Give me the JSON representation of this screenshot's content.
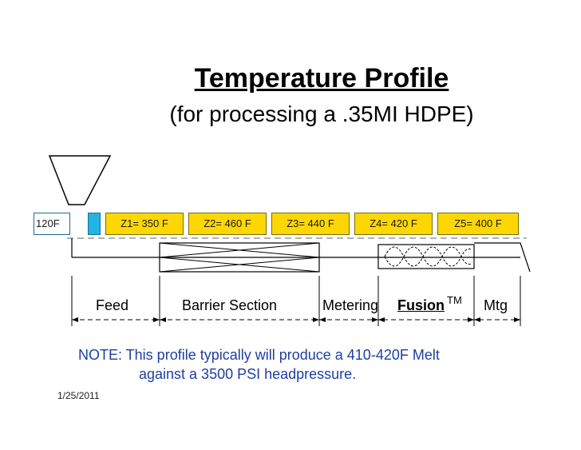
{
  "title": "Temperature Profile",
  "subtitle": "(for processing a .35MI HDPE)",
  "zones": {
    "start": "120F",
    "z1": "Z1= 350 F",
    "z2": "Z2= 460 F",
    "z3": "Z3= 440 F",
    "z4": "Z4= 420 F",
    "z5": "Z5= 400 F"
  },
  "sections": {
    "feed": "Feed",
    "barrier": "Barrier Section",
    "metering": "Metering",
    "fusion": "Fusion",
    "trademark": "TM",
    "mtg": "Mtg"
  },
  "note": {
    "line1": "NOTE: This profile typically will produce a 410-420F Melt",
    "line2": "against a 3500 PSI headpressure."
  },
  "date": "1/25/2011",
  "colors": {
    "zone_fill": "#ffd700",
    "feed_block": "#1fb6e6",
    "note_text": "#1f3fa0"
  }
}
